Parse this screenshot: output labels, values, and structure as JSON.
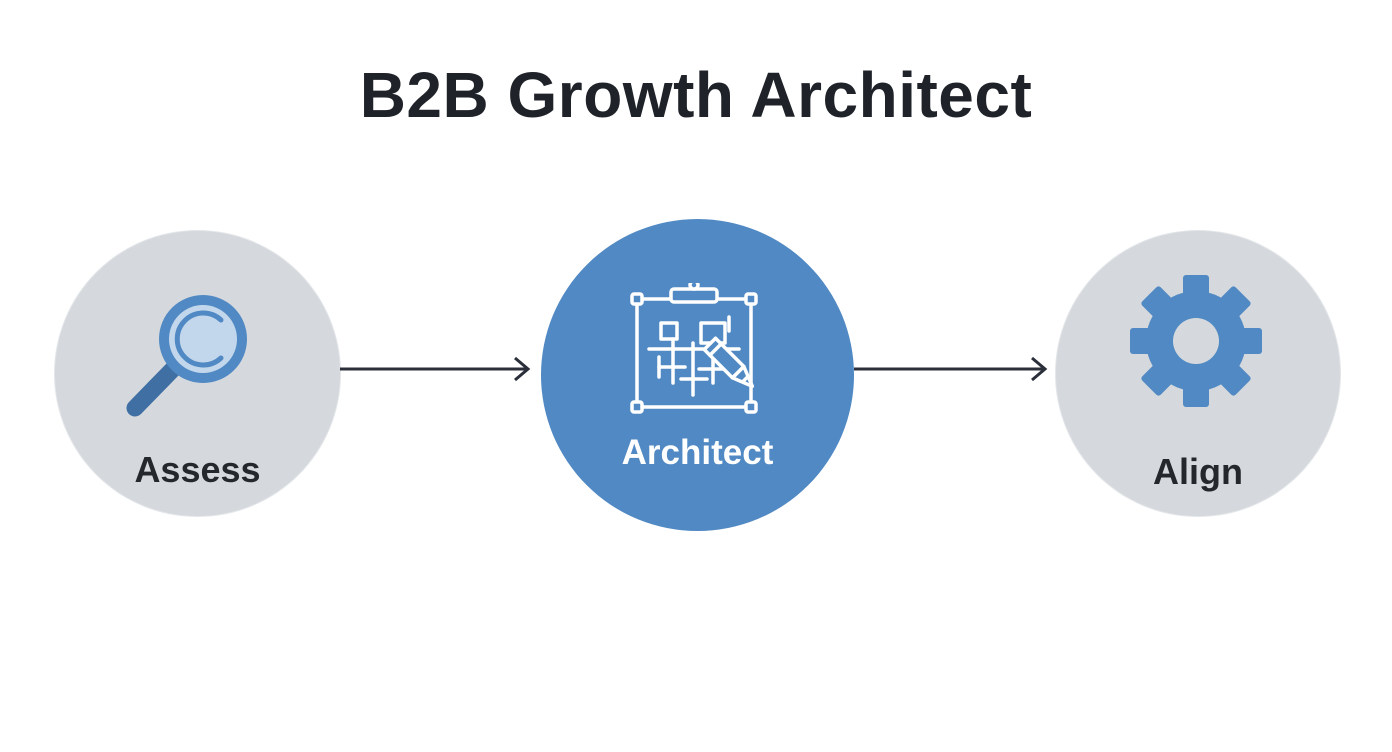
{
  "title": "B2B Growth Architect",
  "colors": {
    "accent_blue": "#5089c3",
    "node_grey": "#d5d9dd",
    "text_dark": "#24282d",
    "connector": "#2b2f3a"
  },
  "steps": [
    {
      "label": "Assess",
      "icon": "magnifying-glass-icon"
    },
    {
      "label": "Architect",
      "icon": "blueprint-pencil-icon"
    },
    {
      "label": "Align",
      "icon": "gear-icon"
    }
  ]
}
